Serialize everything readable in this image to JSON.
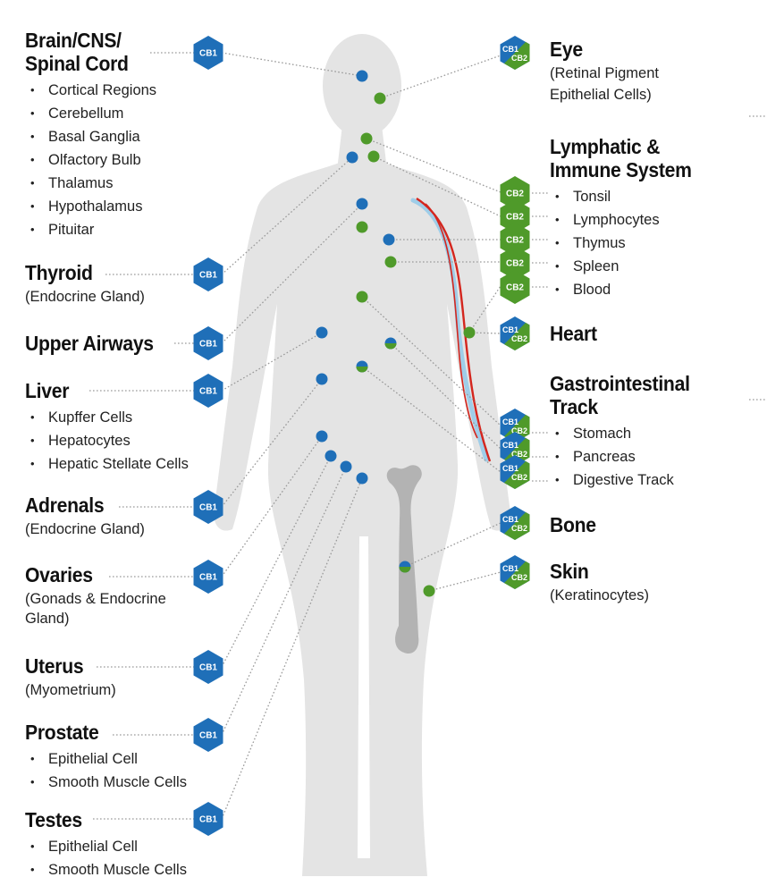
{
  "colors": {
    "cb1": "#1f6fb8",
    "cb2": "#4f9a2a",
    "body": "#e4e4e4",
    "bone": "#b3b3b3",
    "artery": "#d4261e",
    "vein": "#9fcde8",
    "leader": "#9a9a9a"
  },
  "badge_labels": {
    "cb1": "CB1",
    "cb2": "CB2"
  },
  "organs": {
    "brain": {
      "title_line1": "Brain/CNS/",
      "title_line2": "Spinal Cord",
      "receptor": "CB1",
      "items": [
        "Cortical Regions",
        "Cerebellum",
        "Basal Ganglia",
        "Olfactory Bulb",
        "Thalamus",
        "Hypothalamus",
        "Pituitar"
      ]
    },
    "thyroid": {
      "title": "Thyroid",
      "subtitle": "(Endocrine Gland)",
      "receptor": "CB1"
    },
    "upper_airways": {
      "title": "Upper Airways",
      "receptor": "CB1"
    },
    "liver": {
      "title": "Liver",
      "receptor": "CB1",
      "items": [
        "Kupffer Cells",
        "Hepatocytes",
        "Hepatic Stellate Cells"
      ]
    },
    "adrenals": {
      "title": "Adrenals",
      "subtitle": "(Endocrine Gland)",
      "receptor": "CB1"
    },
    "ovaries": {
      "title": "Ovaries",
      "subtitle_line1": "(Gonads & Endocrine",
      "subtitle_line2": "Gland)",
      "receptor": "CB1"
    },
    "uterus": {
      "title": "Uterus",
      "subtitle": "(Myometrium)",
      "receptor": "CB1"
    },
    "prostate": {
      "title": "Prostate",
      "receptor": "CB1",
      "items": [
        "Epithelial Cell",
        "Smooth Muscle Cells"
      ]
    },
    "testes": {
      "title": "Testes",
      "receptor": "CB1",
      "items": [
        "Epithelial Cell",
        "Smooth Muscle Cells"
      ]
    },
    "eye": {
      "title": "Eye",
      "subtitle_line1": "(Retinal Pigment",
      "subtitle_line2": "Epithelial Cells)",
      "receptor": "CB1/CB2"
    },
    "lymphatic": {
      "title_line1": "Lymphatic &",
      "title_line2": "Immune System",
      "receptor": "CB2",
      "items": [
        "Tonsil",
        "Lymphocytes",
        "Thymus",
        "Spleen",
        "Blood"
      ]
    },
    "heart": {
      "title": "Heart",
      "receptor": "CB1/CB2"
    },
    "gi": {
      "title_line1": "Gastrointestinal",
      "title_line2": "Track",
      "receptor": "CB1/CB2",
      "items": [
        "Stomach",
        "Pancreas",
        "Digestive Track"
      ]
    },
    "bone": {
      "title": "Bone",
      "receptor": "CB1/CB2"
    },
    "skin": {
      "title": "Skin",
      "subtitle": "(Keratinocytes)",
      "receptor": "CB1/CB2"
    }
  }
}
